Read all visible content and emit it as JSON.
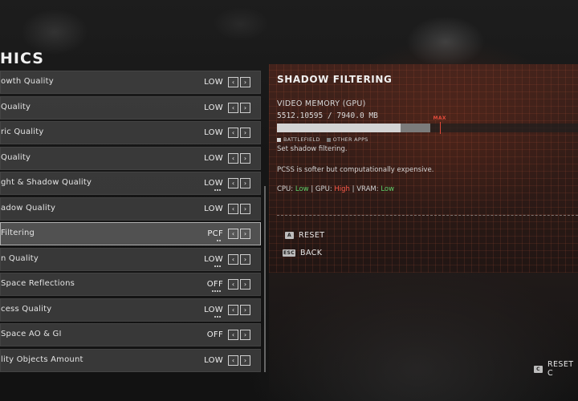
{
  "page_title": "HICS",
  "settings": [
    {
      "label": "owth Quality",
      "value": "LOW",
      "pips": 0
    },
    {
      "label": "Quality",
      "value": "LOW",
      "pips": 0
    },
    {
      "label": "ric Quality",
      "value": "LOW",
      "pips": 0
    },
    {
      "label": "Quality",
      "value": "LOW",
      "pips": 0
    },
    {
      "label": "ght & Shadow Quality",
      "value": "LOW",
      "pips": 3
    },
    {
      "label": "adow Quality",
      "value": "LOW",
      "pips": 0
    },
    {
      "label": "Filtering",
      "value": "PCF",
      "pips": 2
    },
    {
      "label": "n Quality",
      "value": "LOW",
      "pips": 3
    },
    {
      "label": "Space Reflections",
      "value": "OFF",
      "pips": 4
    },
    {
      "label": "cess Quality",
      "value": "LOW",
      "pips": 3
    },
    {
      "label": "Space AO & GI",
      "value": "OFF",
      "pips": 0
    },
    {
      "label": "lity Objects Amount",
      "value": "LOW",
      "pips": 0
    }
  ],
  "selected_index": 6,
  "arrows": {
    "left": "‹",
    "right": "›"
  },
  "detail": {
    "title": "SHADOW FILTERING",
    "vram_label": "VIDEO MEMORY (GPU)",
    "vram_value": "5512.10595 / 7940.0 MB",
    "vram_battlefield_fraction": 0.41,
    "vram_other_fraction": 0.1,
    "vram_max_fraction": 0.54,
    "max_label": "MAX",
    "legend_battlefield": "BATTLEFIELD",
    "legend_other": "OTHER APPS",
    "description_1": "Set shadow filtering.",
    "description_2": "PCSS is softer but computationally expensive.",
    "cpu_label": "CPU:",
    "cpu_value": "Low",
    "gpu_label": "GPU:",
    "gpu_value": "High",
    "vram_impact_label": "VRAM:",
    "vram_impact_value": "Low",
    "separator": "|"
  },
  "actions": {
    "reset_key": "A",
    "reset_label": "RESET",
    "back_key": "ESC",
    "back_label": "BACK",
    "reset_all_key": "C",
    "reset_all_label": "RESET C"
  },
  "colors": {
    "low": "#5fd06a",
    "high": "#ff5a4a",
    "max_marker": "#e24a3a"
  }
}
